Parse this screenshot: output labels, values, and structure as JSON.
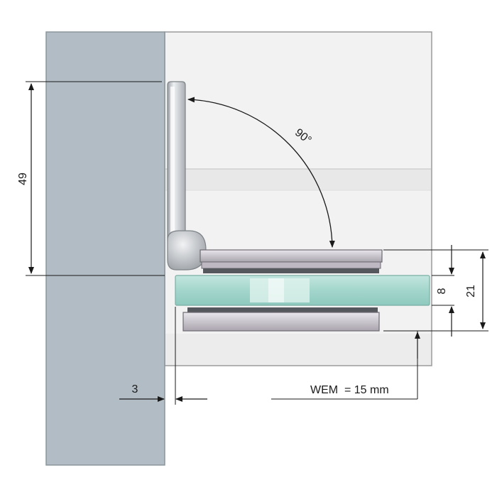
{
  "diagram": {
    "angle_label": "90°",
    "height_label": "49",
    "glass_thickness_label": "8",
    "clamp_height_label": "21",
    "gap_label": "3",
    "wem_label": "WEM  = 15 mm"
  },
  "colors": {
    "wall": "#b1bcc4",
    "wall_edge": "#8b959c",
    "panel": "#f1f1f1",
    "panel_edge": "#9a9a9a",
    "glass": "#a7d8cf",
    "glass_highlight": "#e3f4ef",
    "hinge_metal": "#c5c8cc",
    "clamp_plate": "#d3cfd6",
    "gasket": "#55585c",
    "dim_line": "#1a1a1a"
  }
}
